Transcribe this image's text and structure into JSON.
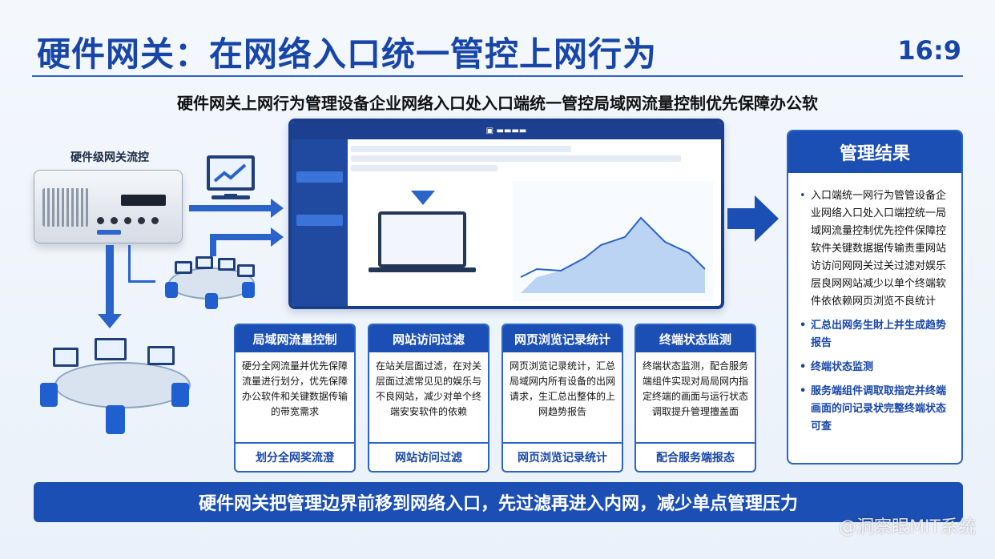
{
  "header": {
    "title": "硬件网关：在网络入口统一管控上网行为",
    "ratio": "16:9",
    "subtitle": "硬件网关上网行为管理设备企业网络入口处入口端统一管控局域网流量控制优先保障办公软"
  },
  "left": {
    "device_label": "硬件级网关流控"
  },
  "cards": [
    {
      "title": "局域网流量控制",
      "body": "硬分全网流量并优先保障流量进行划分，优先保障办公软件和关键数据传输的带宽需求",
      "footer": "划分全网奖流澄"
    },
    {
      "title": "网站访问过滤",
      "body": "在站关层面过滤，在对关层面过滤常见见的娱乐与不良网站，减少对单个终端安安软件的依赖",
      "footer": "网站访问过滤"
    },
    {
      "title": "网页浏览记录统计",
      "body": "网页浏览记录统计，汇总局域网内所有设备的出网请求，生汇总出整体的上网趋势报告",
      "footer": "网页浏览记录统计"
    },
    {
      "title": "终端状态监测",
      "body": "终端状态监测，配合服务端组件实现对局局网内指定终端的画面与运行状态调取提升管理擅盖面",
      "footer": "配合服务端报态"
    }
  ],
  "result": {
    "title": "管理结果",
    "items": [
      {
        "text": "入口端统一网行为管管设备企业网络入口处入口端控统一局域网流量控制优先控件保障控软件关键数据据传输责重网站访访问网网关过关过滤对娱乐层良网网站减少以单个终端软件依依赖网页浏览不良统计",
        "blue": false
      },
      {
        "text": "汇总出网务生財上并生成趋势报告",
        "blue": true
      },
      {
        "text": "终端状态监测",
        "blue": true
      },
      {
        "text": "服务端组件调取取指定并终端画面的问记录状完整终端状态可查",
        "blue": true
      }
    ]
  },
  "banner": "硬件网关把管理边界前移到网络入口，先过滤再进入内网，减少单点管理压力",
  "watermark": "@洞察眼MIT系统"
}
